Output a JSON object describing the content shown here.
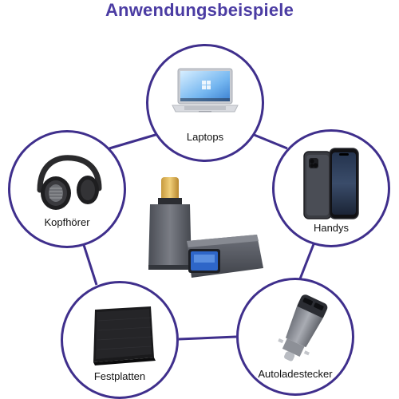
{
  "page": {
    "title": "Anwendungsbeispiele"
  },
  "nodes": {
    "laptops": {
      "label": "Laptops",
      "icon": "laptop-icon"
    },
    "kopfhoerer": {
      "label": "Kopfhörer",
      "icon": "headphones-icon"
    },
    "handys": {
      "label": "Handys",
      "icon": "smartphone-icon"
    },
    "festplatten": {
      "label": "Festplatten",
      "icon": "hard-drive-icon"
    },
    "autoladestecker": {
      "label": "Autoladestecker",
      "icon": "car-charger-icon"
    }
  },
  "center": {
    "icon": "usb-c-otg-adapter-icon"
  },
  "colors": {
    "title": "#4b3ca3",
    "ring": "#3f2f8c",
    "adapter": "#5a5d66",
    "usb_blue": "#2e66c8"
  }
}
